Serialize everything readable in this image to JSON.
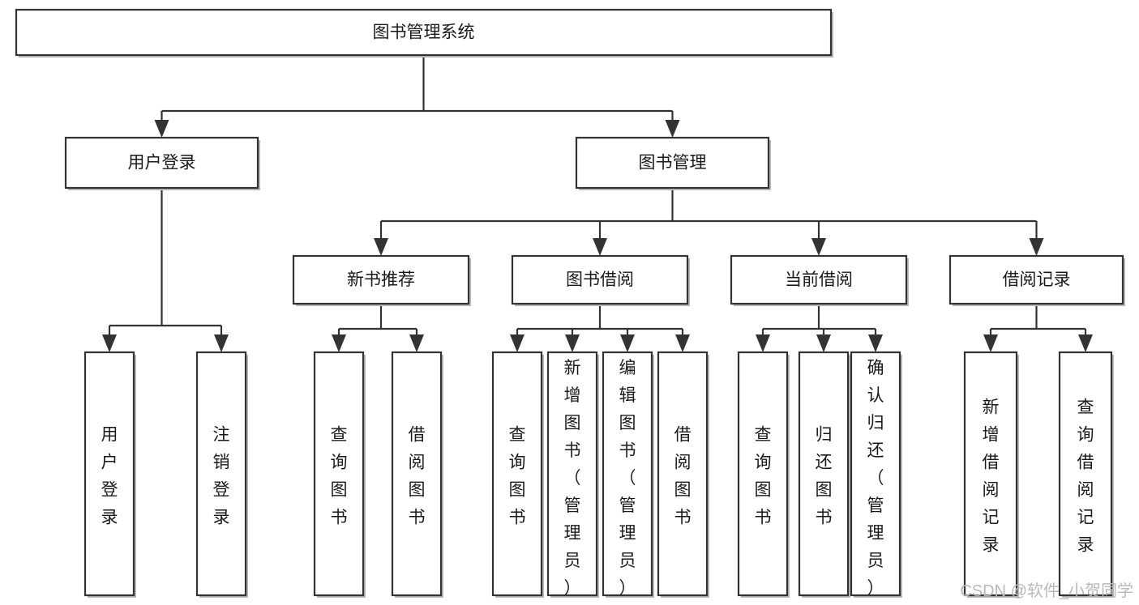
{
  "diagram": {
    "title": "图书管理系统",
    "type": "tree-hierarchy-diagram",
    "colors": {
      "box_stroke": "#333333",
      "box_fill": "#ffffff",
      "connector": "#333333",
      "text": "#1a1a1a",
      "watermark": "#b9b9b9",
      "background": "#ffffff"
    },
    "root": {
      "label": "图书管理系统"
    },
    "level2": [
      {
        "id": "user-login",
        "label": "用户登录"
      },
      {
        "id": "book-management",
        "label": "图书管理"
      }
    ],
    "level3": [
      {
        "id": "new-book-recommend",
        "label": "新书推荐",
        "parent": "book-management"
      },
      {
        "id": "book-borrow",
        "label": "图书借阅",
        "parent": "book-management"
      },
      {
        "id": "current-borrow",
        "label": "当前借阅",
        "parent": "book-management"
      },
      {
        "id": "borrow-record",
        "label": "借阅记录",
        "parent": "book-management"
      }
    ],
    "leaves": {
      "user-login": [
        {
          "id": "leaf-user-login",
          "label": "用户登录"
        },
        {
          "id": "leaf-logout-login",
          "label": "注销登录"
        }
      ],
      "new-book-recommend": [
        {
          "id": "leaf-query-book-1",
          "label": "查询图书"
        },
        {
          "id": "leaf-borrow-book-1",
          "label": "借阅图书"
        }
      ],
      "book-borrow": [
        {
          "id": "leaf-query-book-2",
          "label": "查询图书"
        },
        {
          "id": "leaf-add-book",
          "label": "新增图书（管理员）"
        },
        {
          "id": "leaf-edit-book",
          "label": "编辑图书（管理员）"
        },
        {
          "id": "leaf-borrow-book-2",
          "label": "借阅图书"
        }
      ],
      "current-borrow": [
        {
          "id": "leaf-query-book-3",
          "label": "查询图书"
        },
        {
          "id": "leaf-return-book",
          "label": "归还图书"
        },
        {
          "id": "leaf-confirm-return",
          "label": "确认归还（管理员）"
        }
      ],
      "borrow-record": [
        {
          "id": "leaf-add-borrow-record",
          "label": "新增借阅记录"
        },
        {
          "id": "leaf-query-borrow-record",
          "label": "查询借阅记录"
        }
      ]
    }
  },
  "watermark": {
    "text": "CSDN @软件_小贺同学"
  }
}
